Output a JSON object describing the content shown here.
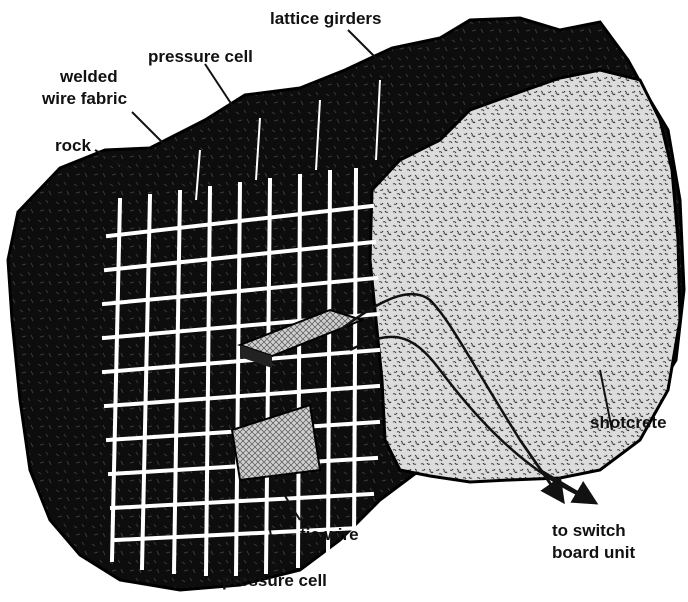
{
  "labels": {
    "lattice_girders": "lattice girders",
    "pressure_cell_top": "pressure cell",
    "welded_wire_fabric_line1": "welded",
    "welded_wire_fabric_line2": "wire fabric",
    "rock": "rock",
    "shotcrete": "shotcrete",
    "tie_wire": "tie wire",
    "to_switch_line1": "to switch",
    "to_switch_line2": "board unit",
    "pressure_cell_bottom": "pressure cell"
  },
  "colors": {
    "rock": "#0d0d0d",
    "shotcrete": "#d9d9d9",
    "shotcrete_speckle": "#2a2a2a",
    "mesh": "#ffffff",
    "ink": "#111111"
  }
}
